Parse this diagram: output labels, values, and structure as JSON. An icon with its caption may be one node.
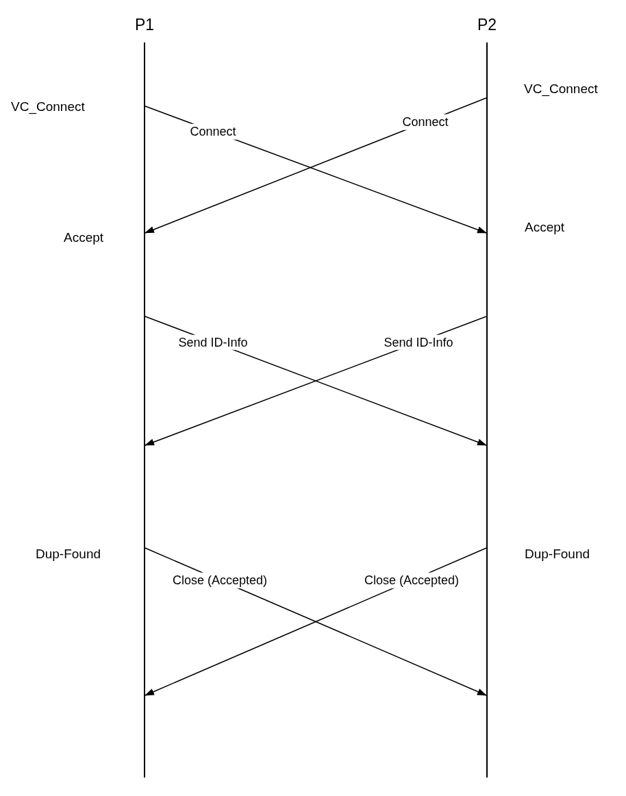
{
  "diagram": {
    "nodes": [
      {
        "text": [
          "P1"
        ]
      },
      {
        "text": [
          "P2"
        ]
      }
    ],
    "edges": [
      {
        "from": 0,
        "to": 1,
        "arrow": "to",
        "label": "Connect"
      },
      {
        "from": 1,
        "to": 0,
        "arrow": "to",
        "label": "Connect"
      },
      {
        "from": 0,
        "to": 1,
        "arrow": "to",
        "label": "Send ID-Info"
      },
      {
        "from": 1,
        "to": 0,
        "arrow": "to",
        "label": "Send ID-Info"
      },
      {
        "from": 0,
        "to": 1,
        "arrow": "to",
        "label": "Close (Accepted)"
      },
      {
        "from": 1,
        "to": 0,
        "arrow": "to",
        "label": "Close (Accepted)"
      }
    ],
    "labels": [
      "VC_Connect",
      "VC_Connect",
      "Accept",
      "Accept",
      "Dup-Found",
      "Dup-Found"
    ]
  }
}
